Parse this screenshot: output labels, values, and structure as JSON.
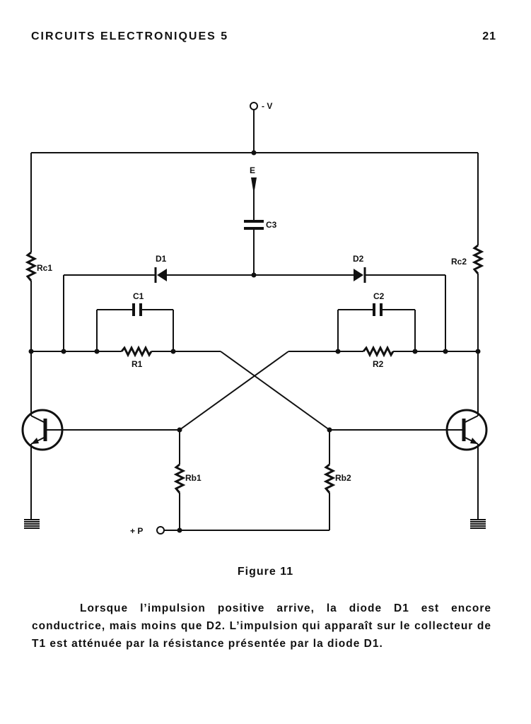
{
  "header": {
    "title": "CIRCUITS ELECTRONIQUES 5",
    "page_number": "21"
  },
  "schematic": {
    "labels": {
      "supply": "- V",
      "input": "E",
      "pulse": "+ P",
      "c3": "C3",
      "d1": "D1",
      "d2": "D2",
      "rc1": "Rc1",
      "rc2": "Rc2",
      "c1": "C1",
      "c2": "C2",
      "r1": "R1",
      "r2": "R2",
      "rb1": "Rb1",
      "rb2": "Rb2"
    }
  },
  "caption": "Figure 11",
  "paragraph": "Lorsque l’impulsion positive arrive, la diode D1 est encore conductrice, mais moins que D2. L’impulsion qui apparaît sur le collecteur de T1 est atténuée par la résistance présentée par la diode D1."
}
